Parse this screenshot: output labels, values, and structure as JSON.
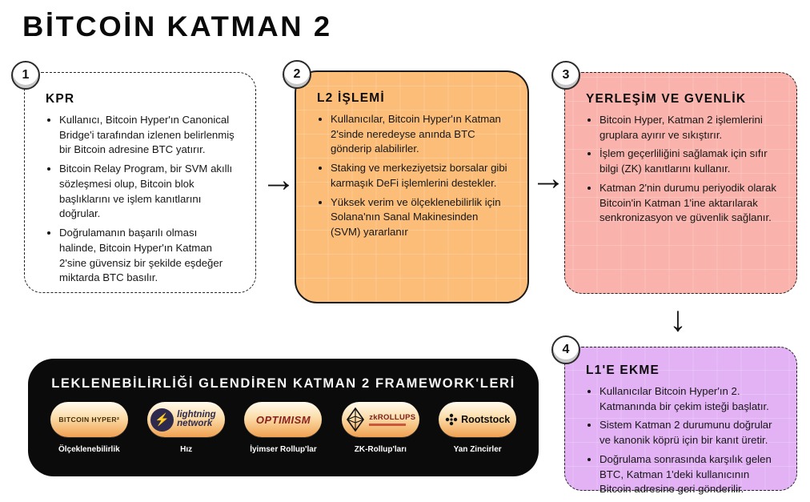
{
  "page": {
    "title": "BİTCOİN KATMAN 2"
  },
  "steps": [
    {
      "number": "1",
      "title": "KPR",
      "bullets": [
        "Kullanıcı, Bitcoin Hyper'ın Canonical Bridge'i tarafından izlenen belirlenmiş bir Bitcoin adresine BTC yatırır.",
        "Bitcoin Relay Program, bir SVM akıllı sözleşmesi olup, Bitcoin blok başlıklarını ve işlem kanıtlarını doğrular.",
        "Doğrulamanın başarılı olması halinde, Bitcoin Hyper'ın Katman 2'sine güvensiz bir şekilde eşdeğer miktarda BTC basılır."
      ]
    },
    {
      "number": "2",
      "title": "L2 İŞLEMİ",
      "bullets": [
        "Kullanıcılar, Bitcoin Hyper'ın Katman 2'sinde neredeyse anında BTC gönderip alabilirler.",
        "Staking ve merkeziyetsiz borsalar gibi karmaşık DeFi işlemlerini destekler.",
        "Yüksek verim ve ölçeklenebilirlik için Solana'nın Sanal Makinesinden (SVM) yararlanır"
      ]
    },
    {
      "number": "3",
      "title": "YERLEŞİM VE GVENLİK",
      "bullets": [
        "Bitcoin Hyper, Katman 2 işlemlerini gruplara ayırır ve sıkıştırır.",
        "İşlem geçerliliğini sağlamak için sıfır bilgi (ZK) kanıtlarını kullanır.",
        "Katman 2'nin durumu periyodik olarak Bitcoin'in Katman 1'ine aktarılarak senkronizasyon ve güvenlik sağlanır."
      ]
    },
    {
      "number": "4",
      "title": "L1'E EKME",
      "bullets": [
        "Kullanıcılar Bitcoin Hyper'ın 2. Katmanında bir çekim isteği başlatır.",
        "Sistem Katman 2 durumunu doğrular ve kanonik köprü için bir kanıt üretir.",
        "Doğrulama sonrasında karşılık gelen BTC, Katman 1'deki kullanıcının Bitcoin adresine geri gönderilir."
      ]
    }
  ],
  "icons": {
    "arrow_right": "→",
    "arrow_down": "↓",
    "lightning_bolt": "⚡"
  },
  "frameworks": {
    "title": "LEKLENEBİLİRLİĞİ GLENDİREN KATMAN 2 FRAMEWORK'LERİ",
    "items": [
      {
        "logo": "BITCOIN HYPER²",
        "label": "Ölçeklenebilirlik"
      },
      {
        "logo": "lightning network",
        "label": "Hız"
      },
      {
        "logo": "OPTIMISM",
        "label": "İyimser Rollup'lar"
      },
      {
        "logo": "zkROLLUPS",
        "label": "ZK-Rollup'ları"
      },
      {
        "logo": "Rootstock",
        "label": "Yan Zincirler"
      }
    ]
  },
  "colors": {
    "step2_orange": "#FBBD78",
    "step3_pink": "#F9B3AC",
    "step4_purple": "#E2B2F4",
    "banner_black": "#0B0B0B",
    "pill_top": "#FFFBEF",
    "pill_bottom": "#F0A050",
    "optimism_red": "#8B2020",
    "lightning_navy": "#2E2A4D"
  }
}
